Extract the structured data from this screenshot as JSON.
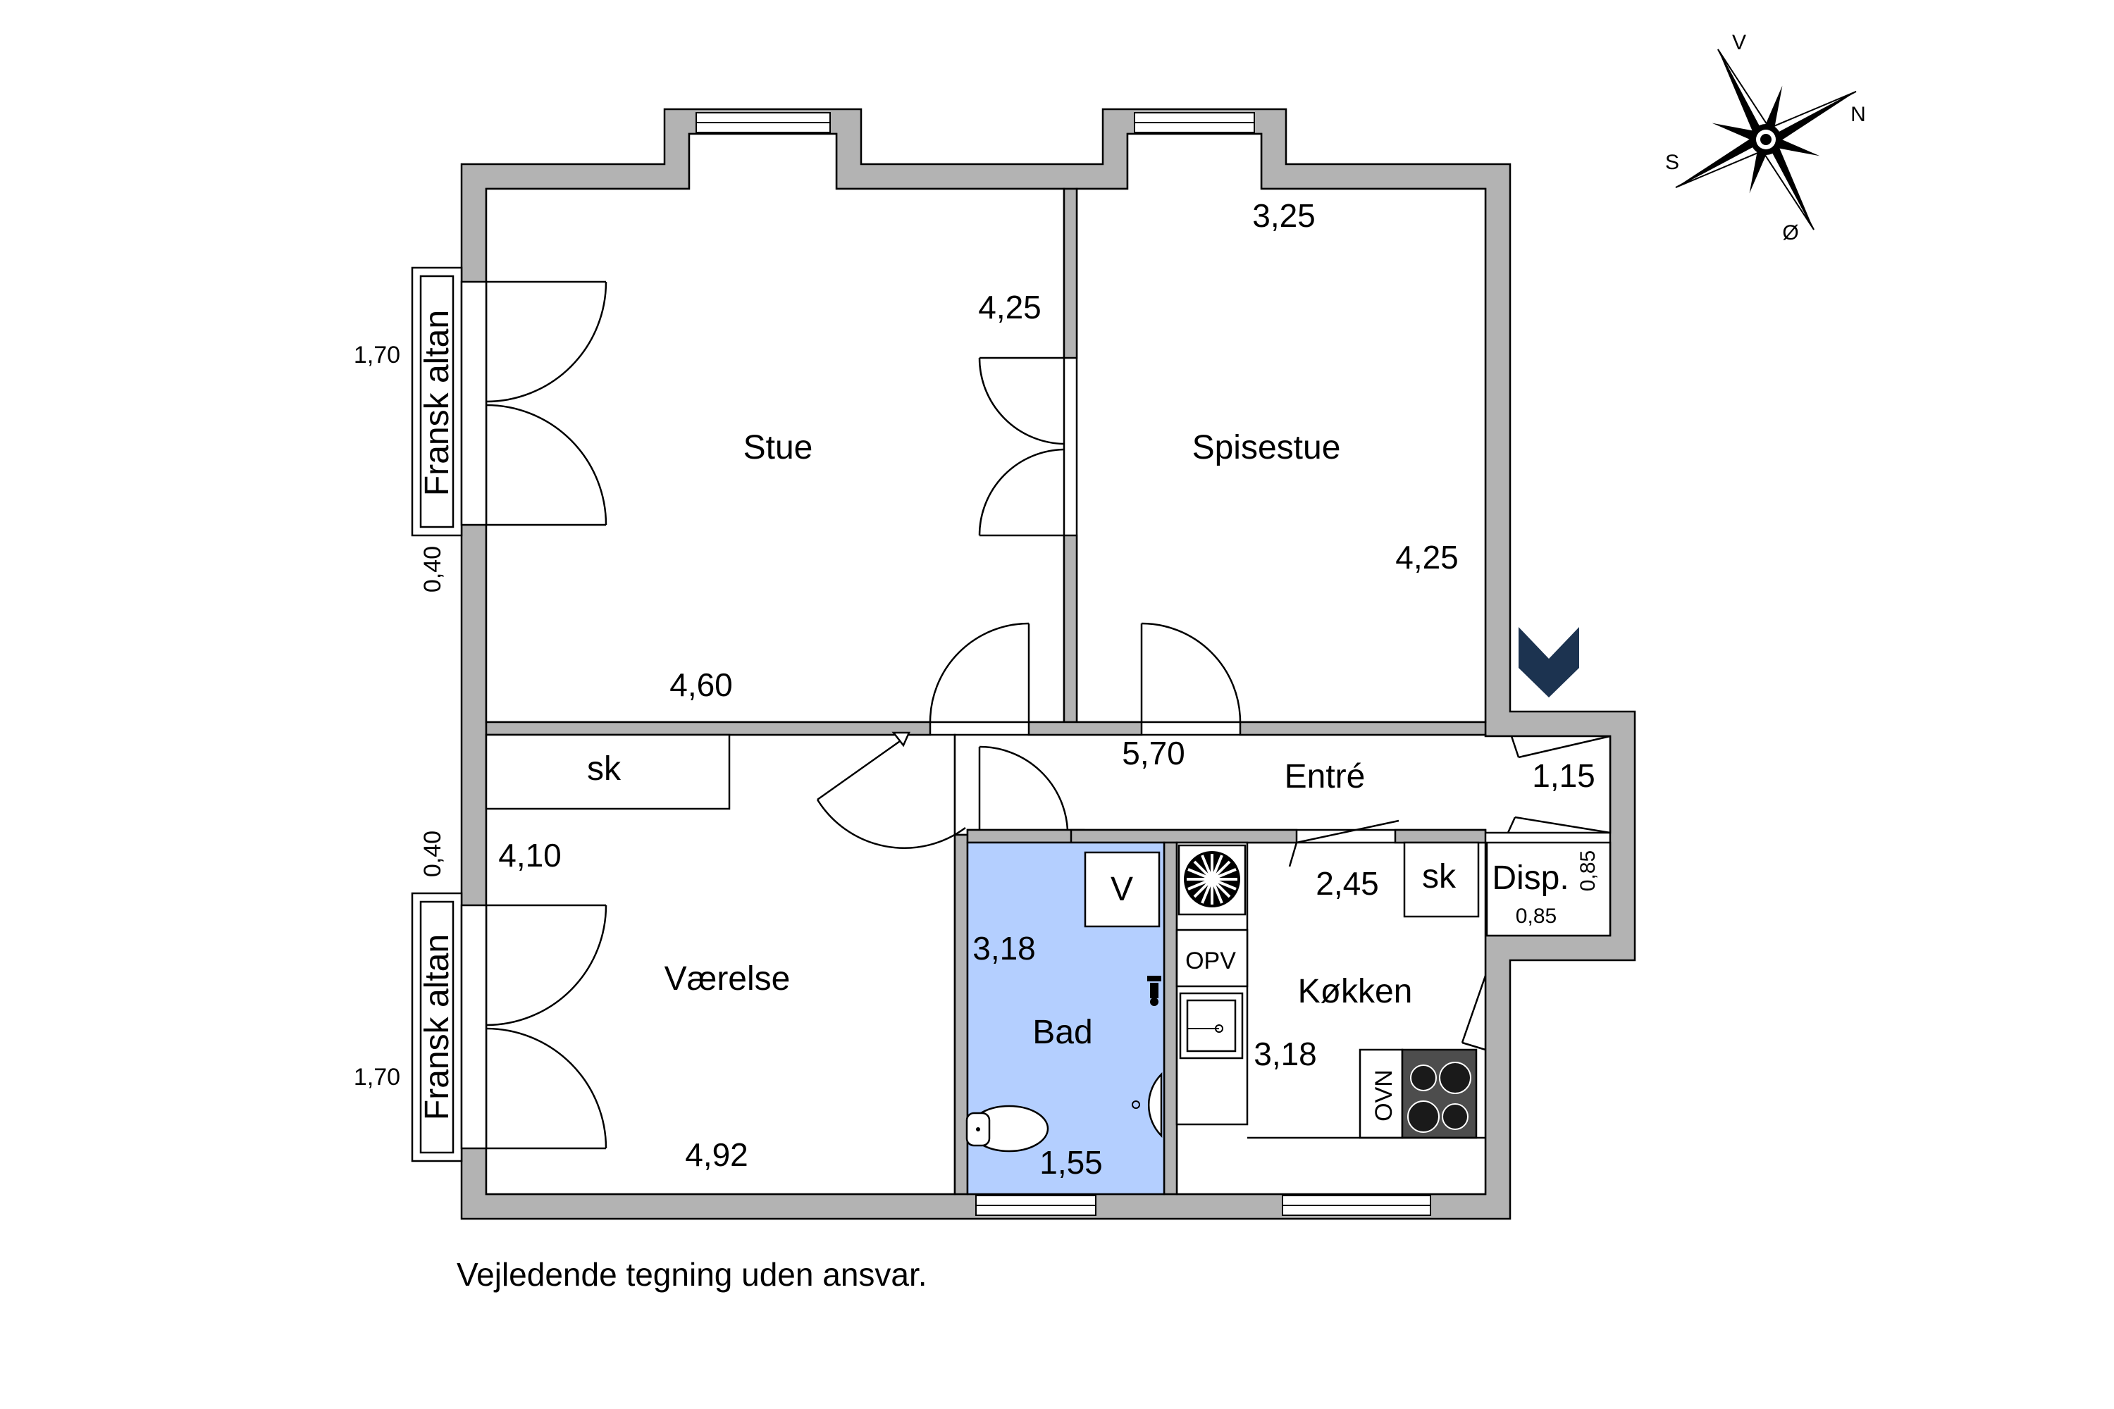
{
  "rooms": {
    "stue": "Stue",
    "spisestue": "Spisestue",
    "vaerelse": "Værelse",
    "bad": "Bad",
    "entre": "Entré",
    "kokken": "Køkken"
  },
  "fixtures": {
    "sk_vaerelse": "sk",
    "sk_kokken": "sk",
    "disp": "Disp.",
    "v": "V",
    "opv": "OPV",
    "ovn": "OVN",
    "balcony_top": "Fransk altan",
    "balcony_bottom": "Fransk altan"
  },
  "dimensions": {
    "stue_width": "4,60",
    "stue_depth": "4,25",
    "spisestue_width": "3,25",
    "spisestue_depth": "4,25",
    "entre_length": "5,70",
    "entre_small": "1,15",
    "kitchen_width": "2,45",
    "kitchen_depth": "3,18",
    "bad_depth": "3,18",
    "bad_width": "1,55",
    "vaerelse_depth": "4,10",
    "vaerelse_width": "4,92",
    "disp_width": "0,85",
    "disp_depth": "0,85",
    "balcony_top_width": "1,70",
    "balcony_top_offset": "0,40",
    "balcony_bottom_offset": "0,40",
    "balcony_bottom_width": "1,70"
  },
  "compass": {
    "north": "N",
    "south": "S",
    "east": "Ø",
    "west": "V"
  },
  "disclaimer": "Vejledende tegning uden ansvar.",
  "colors": {
    "wall": "#b3b3b3",
    "bathroom": "#b4cfff",
    "entrance_marker": "#1c3350"
  }
}
